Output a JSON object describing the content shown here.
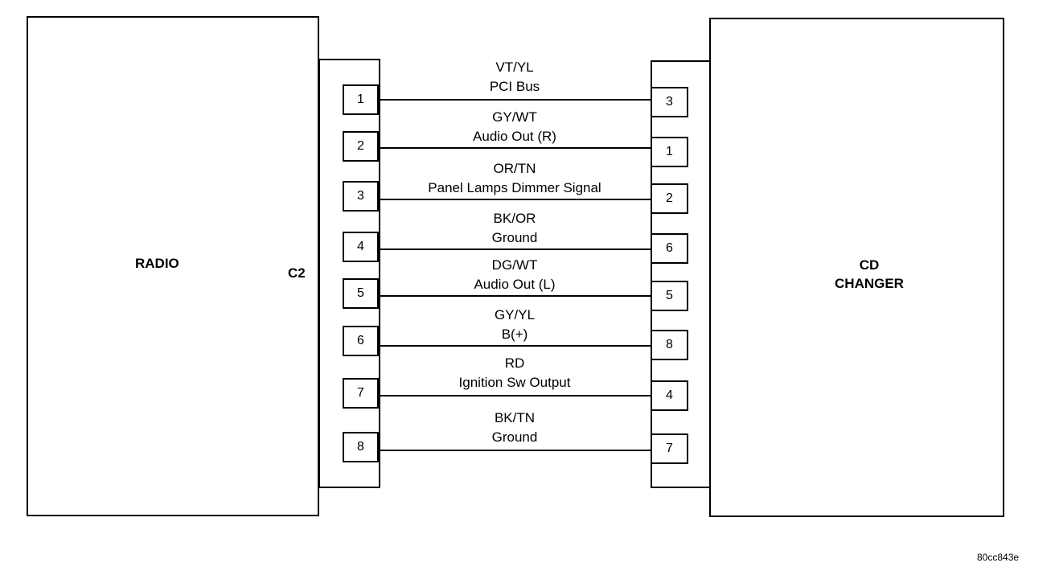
{
  "left_component": {
    "label": "RADIO",
    "connector": "C2"
  },
  "right_component": {
    "label_line1": "CD",
    "label_line2": "CHANGER"
  },
  "wires": [
    {
      "color": "VT/YL",
      "function": "PCI Bus",
      "left_pin": "1",
      "right_pin": "3"
    },
    {
      "color": "GY/WT",
      "function": "Audio Out (R)",
      "left_pin": "2",
      "right_pin": "1"
    },
    {
      "color": "OR/TN",
      "function": "Panel Lamps Dimmer Signal",
      "left_pin": "3",
      "right_pin": "2"
    },
    {
      "color": "BK/OR",
      "function": "Ground",
      "left_pin": "4",
      "right_pin": "6"
    },
    {
      "color": "DG/WT",
      "function": "Audio Out (L)",
      "left_pin": "5",
      "right_pin": "5"
    },
    {
      "color": "GY/YL",
      "function": "B(+)",
      "left_pin": "6",
      "right_pin": "8"
    },
    {
      "color": "RD",
      "function": "Ignition Sw Output",
      "left_pin": "7",
      "right_pin": "4"
    },
    {
      "color": "BK/TN",
      "function": "Ground",
      "left_pin": "8",
      "right_pin": "7"
    }
  ],
  "reference_code": "80cc843e"
}
